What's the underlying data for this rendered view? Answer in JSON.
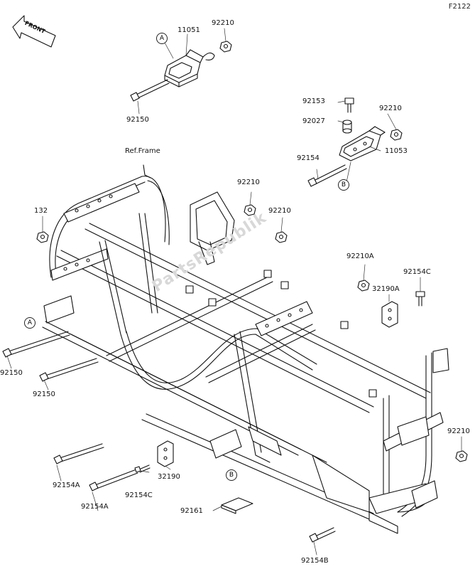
{
  "diagram_code": "F2122",
  "front_label": "FRONT",
  "watermark": "PartsRepublik",
  "ref_label": "Ref.Frame",
  "callouts": {
    "A": "A",
    "B": "B"
  },
  "parts": [
    {
      "id": "p11051",
      "label": "11051"
    },
    {
      "id": "p92210_top",
      "label": "92210"
    },
    {
      "id": "p92150_top",
      "label": "92150"
    },
    {
      "id": "p92153",
      "label": "92153"
    },
    {
      "id": "p92210_right",
      "label": "92210"
    },
    {
      "id": "p92027",
      "label": "92027"
    },
    {
      "id": "p92154",
      "label": "92154"
    },
    {
      "id": "p11053",
      "label": "11053"
    },
    {
      "id": "p92210_mid",
      "label": "92210"
    },
    {
      "id": "p132",
      "label": "132"
    },
    {
      "id": "p92210_mid2",
      "label": "92210"
    },
    {
      "id": "p92210A",
      "label": "92210A"
    },
    {
      "id": "p92154C_r",
      "label": "92154C"
    },
    {
      "id": "p32190A",
      "label": "32190A"
    },
    {
      "id": "p92150_l1",
      "label": "92150"
    },
    {
      "id": "p92150_l2",
      "label": "92150"
    },
    {
      "id": "p92210_br",
      "label": "92210"
    },
    {
      "id": "p92154A_1",
      "label": "92154A"
    },
    {
      "id": "p32190",
      "label": "32190"
    },
    {
      "id": "p92154C_l",
      "label": "92154C"
    },
    {
      "id": "p92154A_2",
      "label": "92154A"
    },
    {
      "id": "p92161",
      "label": "92161"
    },
    {
      "id": "p92154B",
      "label": "92154B"
    }
  ]
}
